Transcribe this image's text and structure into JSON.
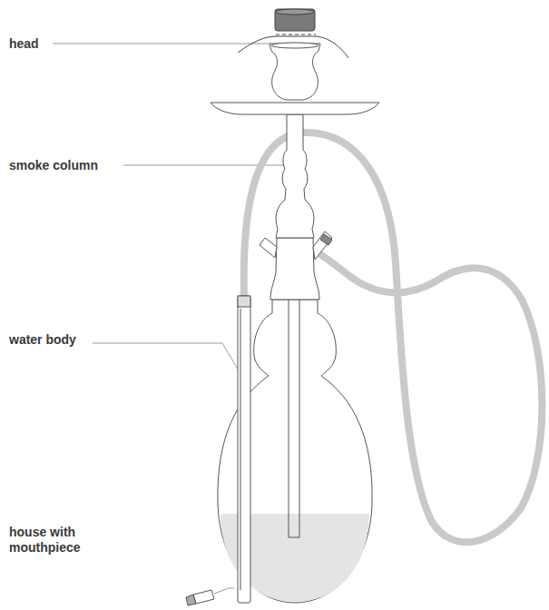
{
  "diagram": {
    "labels": [
      "head",
      "smoke column",
      "water body",
      "house with mouthpiece"
    ]
  }
}
